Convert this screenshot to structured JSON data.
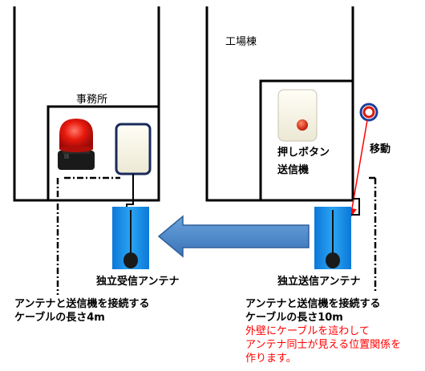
{
  "office": {
    "label": "事務所"
  },
  "factory": {
    "label": "工場棟"
  },
  "push_button": {
    "line1": "押しボタン",
    "line2": "送信機"
  },
  "move": {
    "label": "移動"
  },
  "receiver_antenna": {
    "label": "独立受信アンテナ"
  },
  "sender_antenna": {
    "label": "独立送信アンテナ"
  },
  "left_note": {
    "line1": "アンテナと送信機を接続する",
    "line2": "ケーブルの長さ4m"
  },
  "right_note": {
    "line1": "アンテナと送信機を接続する",
    "line2": "ケーブルの長さ10m",
    "red_line1": "外壁にケーブルを這わして",
    "red_line2": "アンテナ同士が見える位置関係を",
    "red_line3": "作ります。"
  },
  "colors": {
    "arrow_fill": "#4a86c8",
    "arrow_stroke": "#2f5f9a",
    "antenna_blue": "#1e90e8",
    "beacon_red": "#e0140c",
    "move_arrow": "#ff0000",
    "note_red": "#ff0000",
    "target_ring": "#1c3e9c"
  }
}
